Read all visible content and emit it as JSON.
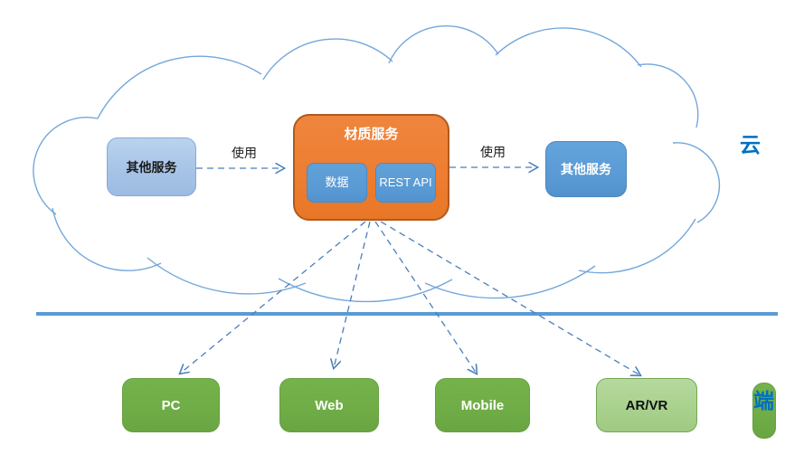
{
  "diagram": {
    "regions": {
      "cloud": "云",
      "client": "端"
    },
    "nodes": {
      "left_service": {
        "label": "其他服务"
      },
      "right_service": {
        "label": "其他服务"
      },
      "material_service": {
        "title": "材质服务",
        "sub": [
          {
            "label": "数据"
          },
          {
            "label": "REST API"
          }
        ]
      },
      "clients": [
        {
          "label": "PC"
        },
        {
          "label": "Web"
        },
        {
          "label": "Mobile"
        },
        {
          "label": "AR/VR"
        }
      ]
    },
    "edges": {
      "left_use": "使用",
      "right_use": "使用"
    },
    "colors": {
      "orange": "#ED7D31",
      "blue": "#5B9BD5",
      "light_blue": "#9DC3E6",
      "green": "#70AD47",
      "light_green": "#A9D18E",
      "region_label_blue": "#0070C0",
      "connector_blue": "#4A7EBB",
      "cloud_outline": "#74A7DB",
      "divider": "#5B9BD5"
    }
  }
}
